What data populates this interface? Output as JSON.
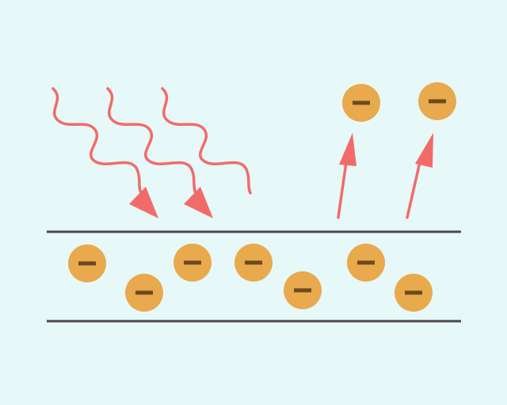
{
  "diagram": {
    "subject": "photoelectric-effect",
    "colors": {
      "background": "#e6f8f8",
      "plate_line": "#4a4a4a",
      "light_wave": "#f26b6b",
      "electron_fill": "#e9a94d",
      "electron_sign": "#6b4a1f"
    },
    "incoming_light_rays": 3,
    "ejected_electrons": 2,
    "electrons_in_metal": 7,
    "electron_symbol": "−"
  }
}
